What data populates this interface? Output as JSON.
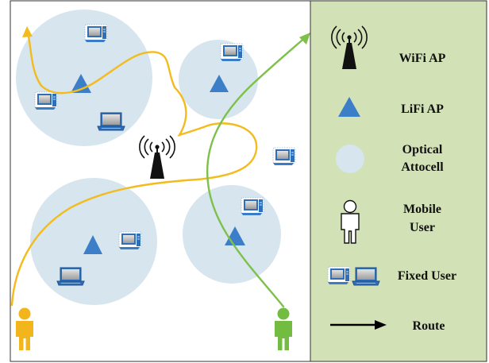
{
  "colors": {
    "legend_panel_bg": "#d3e2b6",
    "attocell_fill": "#d6e5ee",
    "lifi_ap_fill": "#3d7ec9",
    "route_yellow": "#f3bb1c",
    "route_green": "#7dc04a",
    "user_yellow": "#f3b51c",
    "user_green": "#72bd41",
    "route_arrow": "#000000"
  },
  "icons": {
    "wifi_ap": "antenna-tower-icon",
    "lifi_ap": "triangle-icon",
    "optical_attocell": "circle-icon",
    "mobile_user": "person-icon",
    "fixed_user": "computer-icon",
    "route": "arrow-right-icon"
  },
  "legend": {
    "wifi_ap": "WiFi AP",
    "lifi_ap": "LiFi AP",
    "optical_attocell_line1": "Optical",
    "optical_attocell_line2": "Attocell",
    "mobile_user_line1": "Mobile",
    "mobile_user_line2": "User",
    "fixed_user": "Fixed User",
    "route": "Route"
  }
}
